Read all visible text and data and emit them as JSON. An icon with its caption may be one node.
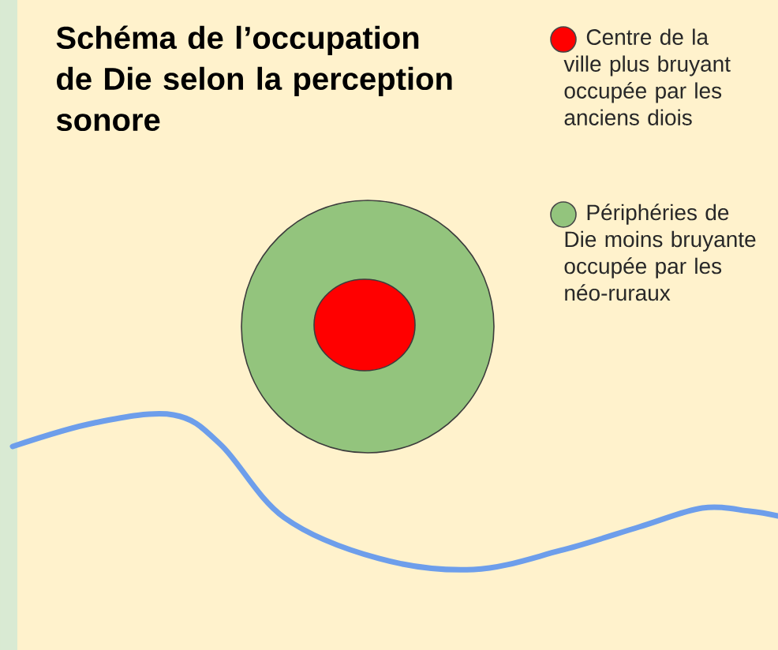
{
  "diagram": {
    "title": "Schéma de l’occupation de Die selon la perception sonore",
    "legend": [
      {
        "text": "Centre de la ville plus bruyant occupée par les anciens diois",
        "color": "#ff0000"
      },
      {
        "text": "Périphéries de Die moins bruyante occupée par les néo-ruraux",
        "color": "#93c47d"
      }
    ]
  }
}
